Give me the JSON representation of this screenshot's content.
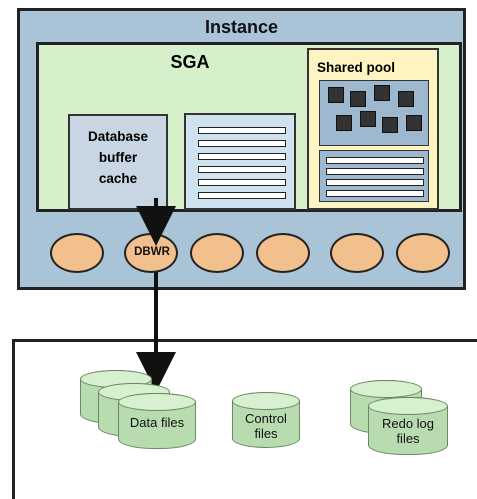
{
  "diagram": {
    "instance_label": "Instance",
    "sga_label": "SGA",
    "shared_pool_label": "Shared pool",
    "db_buffer_cache_label": "Database\nbuffer\ncache",
    "dbwr_label": "DBWR",
    "data_files_label": "Data files",
    "control_files_label": "Control\nfiles",
    "redo_log_files_label": "Redo log\nfiles"
  },
  "colors": {
    "instance_bg": "#a8c4d6",
    "sga_bg": "#d6f0cc",
    "shared_pool_bg": "#fdf4c2",
    "process_bg": "#f1c08c",
    "file_cylinder_bg": "#b8dcb0",
    "outline": "#222222"
  }
}
